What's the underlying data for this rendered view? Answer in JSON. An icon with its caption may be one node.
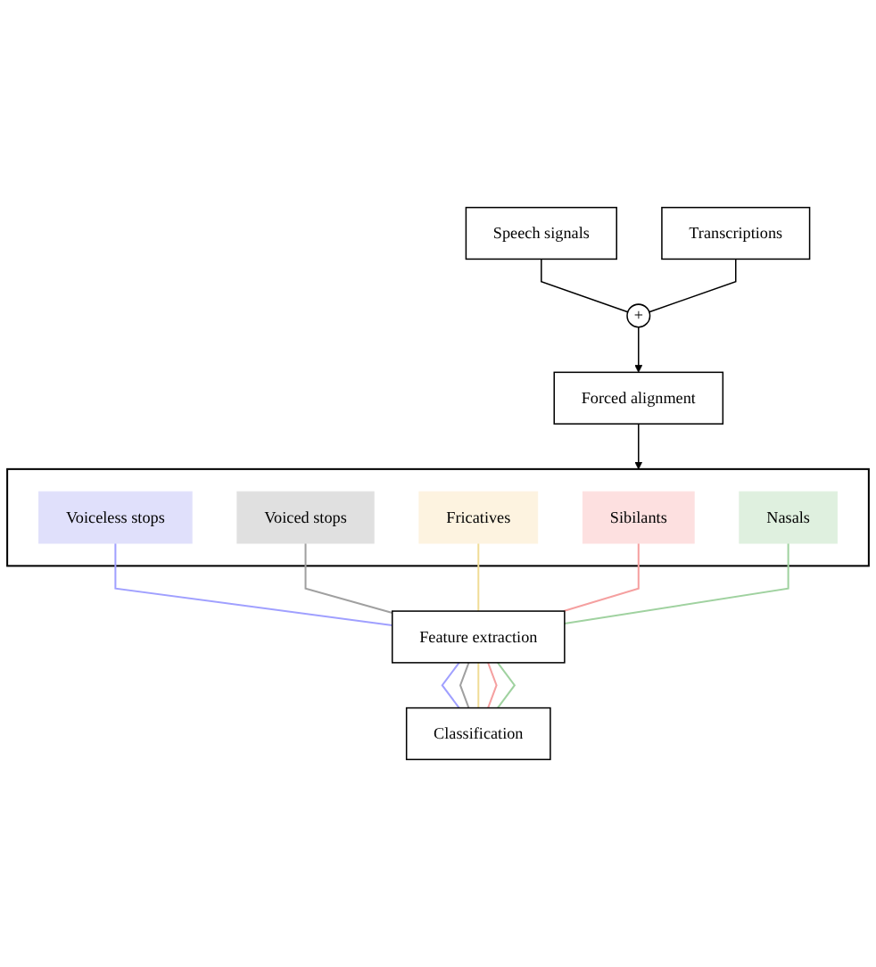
{
  "diagram": {
    "nodes": [
      {
        "text": [
          "Speech signals"
        ]
      },
      {
        "text": [
          "+"
        ]
      },
      {
        "text": [
          "Transcriptions"
        ]
      },
      {
        "text": [
          "Forced alignment"
        ]
      },
      {
        "text": [],
        "shape": "box"
      },
      {
        "text": [
          "Sibilants"
        ],
        "in": 4
      },
      {
        "text": [
          "Nasals"
        ],
        "in": 4
      },
      {
        "text": [
          "Fricatives"
        ],
        "in": 4
      },
      {
        "text": [
          "Voiceless stops"
        ],
        "in": 4
      },
      {
        "text": [
          "Voiced stops"
        ],
        "in": 4
      },
      {
        "text": [
          "Feature extraction"
        ]
      },
      {
        "text": [
          "Classification"
        ]
      }
    ],
    "edges": [
      {
        "from": 0,
        "to": 1,
        "arrow": "none"
      },
      {
        "from": 2,
        "to": 1,
        "arrow": "none"
      },
      {
        "from": 1,
        "to": 3,
        "arrow": "to"
      },
      {
        "from": 3,
        "to": 4,
        "arrow": "to"
      },
      {
        "from": 8,
        "to": 10,
        "arrow": "none",
        "color": "#a0a0ff"
      },
      {
        "from": 9,
        "to": 10,
        "arrow": "none",
        "color": "#a0a0a0"
      },
      {
        "from": 7,
        "to": 10,
        "arrow": "none",
        "color": "#f0dc96"
      },
      {
        "from": 5,
        "to": 10,
        "arrow": "none",
        "color": "#f5a0a0"
      },
      {
        "from": 6,
        "to": 10,
        "arrow": "none",
        "color": "#a0d2a0"
      },
      {
        "from": 10,
        "to": 11,
        "arrow": "none",
        "color": "#a0a0ff"
      },
      {
        "from": 10,
        "to": 11,
        "arrow": "none",
        "color": "#a0a0a0"
      },
      {
        "from": 10,
        "to": 11,
        "arrow": "none",
        "color": "#f0dc96"
      },
      {
        "from": 10,
        "to": 11,
        "arrow": "none",
        "color": "#f5a0a0"
      },
      {
        "from": 10,
        "to": 11,
        "arrow": "none",
        "color": "#a0d2a0"
      }
    ]
  }
}
